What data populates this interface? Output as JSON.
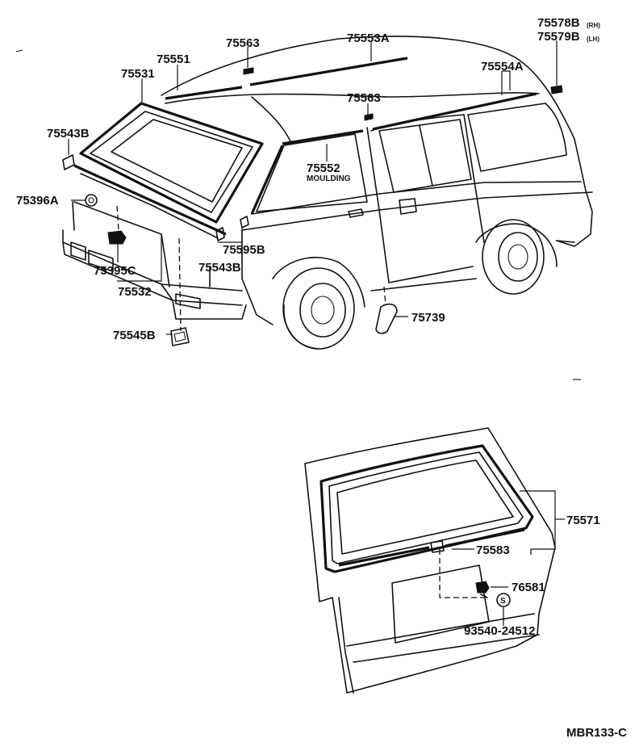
{
  "parts": {
    "p75563_top": "75563",
    "p75553A": "75553A",
    "p75578B": "75578B",
    "p75578B_side": "(RH)",
    "p75579B": "75579B",
    "p75579B_side": "(LH)",
    "p75551": "75551",
    "p75531": "75531",
    "p75554A": "75554A",
    "p75563_mid": "75563",
    "p75543B_left": "75543B",
    "p75552": "75552",
    "p75552_note": "MOULDING",
    "p75396A": "75396A",
    "p75595B": "75595B",
    "p75543B_low": "75543B",
    "p75395C": "75395C",
    "p75532": "75532",
    "p75739": "75739",
    "p75545B": "75545B",
    "p75571": "75571",
    "p75583": "75583",
    "p76581": "76581",
    "p93540": "93540-24512",
    "bolt_mark": "S"
  },
  "footer": {
    "code": "MBR133-C"
  }
}
